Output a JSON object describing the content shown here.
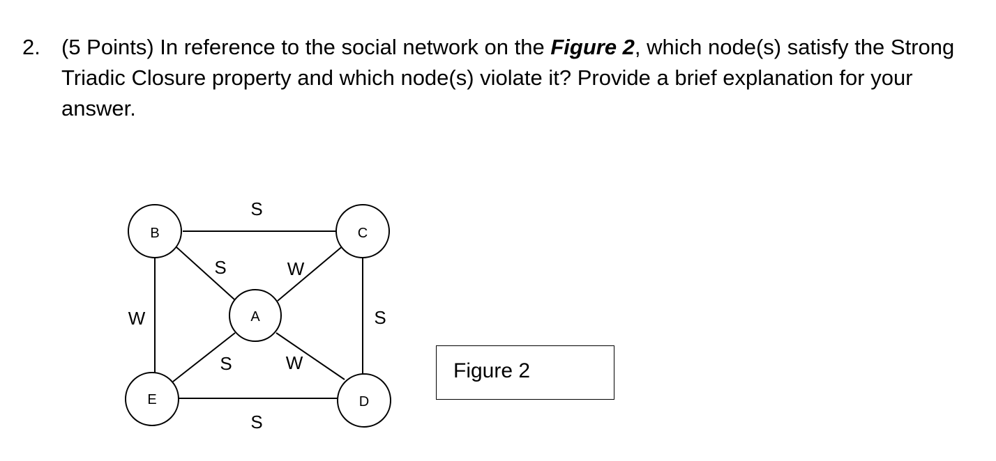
{
  "question": {
    "number": "2.",
    "text_before": "(5 Points) In reference to the social network on the ",
    "figure_ref": "Figure 2",
    "text_after": ", which node(s) satisfy the Strong Triadic Closure property and which node(s) violate it? Provide a brief explanation for your answer."
  },
  "caption": "Figure 2",
  "graph": {
    "nodes": [
      {
        "id": "B",
        "label": "B"
      },
      {
        "id": "C",
        "label": "C"
      },
      {
        "id": "A",
        "label": "A"
      },
      {
        "id": "E",
        "label": "E"
      },
      {
        "id": "D",
        "label": "D"
      }
    ],
    "edges": [
      {
        "from": "B",
        "to": "C",
        "label": "S"
      },
      {
        "from": "B",
        "to": "A",
        "label": "S"
      },
      {
        "from": "C",
        "to": "A",
        "label": "W"
      },
      {
        "from": "B",
        "to": "E",
        "label": "W"
      },
      {
        "from": "C",
        "to": "D",
        "label": "S"
      },
      {
        "from": "E",
        "to": "A",
        "label": "S"
      },
      {
        "from": "D",
        "to": "A",
        "label": "W"
      },
      {
        "from": "E",
        "to": "D",
        "label": "S"
      }
    ]
  }
}
